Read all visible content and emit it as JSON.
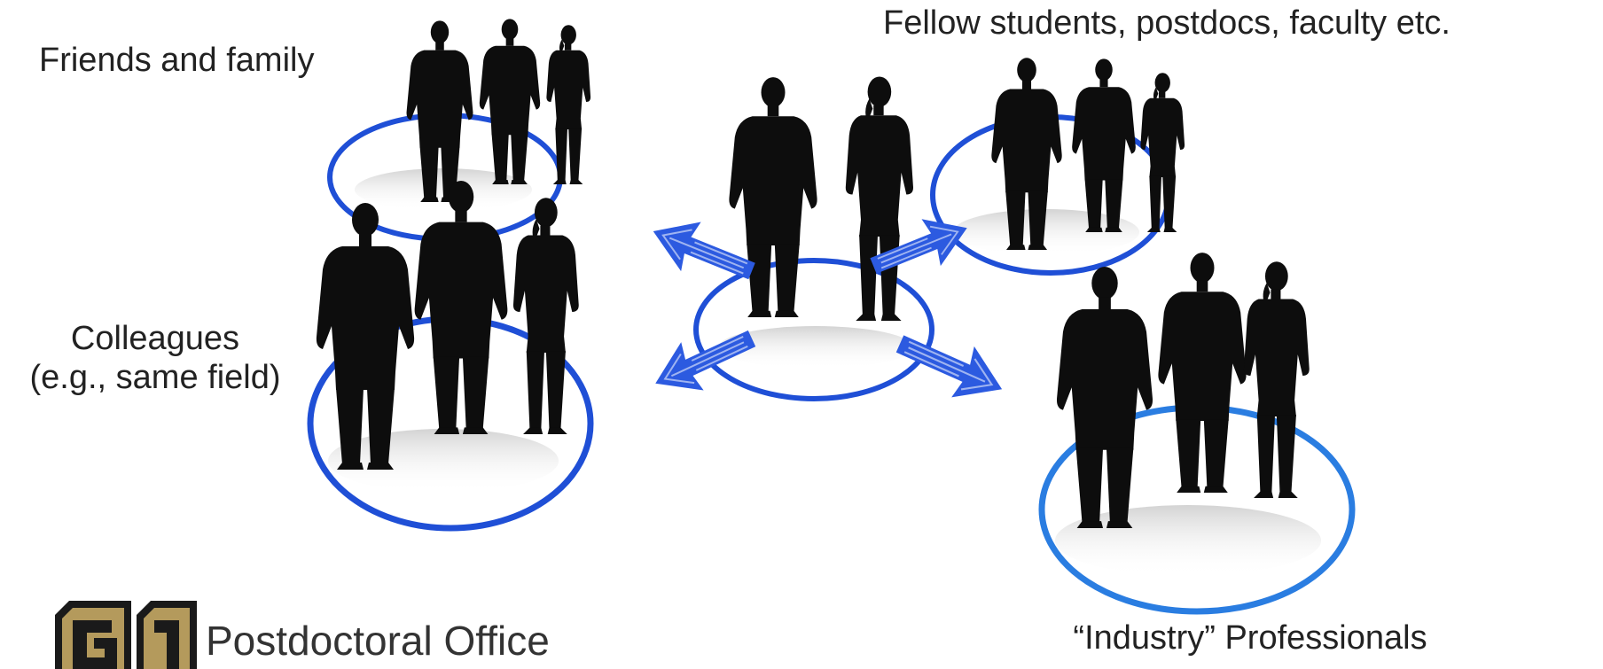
{
  "labels": {
    "friends_family": "Friends and family",
    "fellow": "Fellow students, postdocs, faculty etc.",
    "colleagues_line1": "Colleagues",
    "colleagues_line2": "(e.g., same field)",
    "industry": "“Industry” Professionals"
  },
  "footer": {
    "office_name": "Postdoctoral Office",
    "logo_icon": "cu-logo-icon"
  },
  "colors": {
    "ring_blue": "#1f4fd6",
    "arrow_blue": "#2c5ae0",
    "silhouette": "#0d0d0d",
    "logo_gold": "#b49a5c",
    "logo_dark": "#1a1a1a"
  }
}
